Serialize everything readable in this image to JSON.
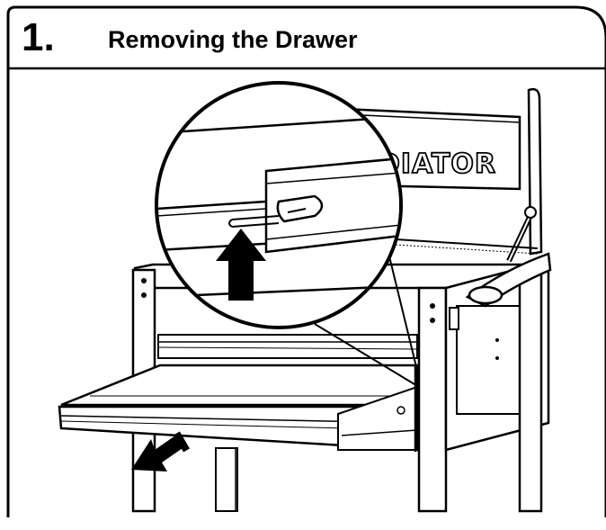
{
  "step": {
    "number": "1.",
    "title": "Removing the Drawer"
  },
  "illustration": {
    "brand_partial": "DIATOR",
    "line_color": "#000000",
    "fill_color": "#ffffff"
  }
}
